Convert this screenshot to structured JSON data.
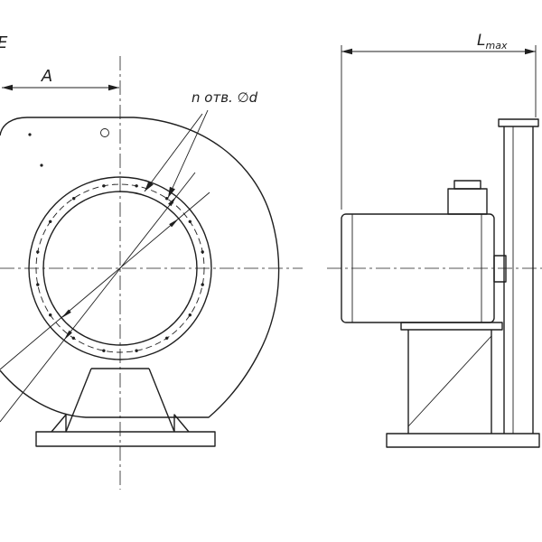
{
  "labels": {
    "corner_e": "E",
    "dim_a": "A",
    "holes_note": "n отв. ∅d",
    "lmax_main": "L",
    "lmax_sub": "max"
  },
  "colors": {
    "line": "#1f1f1f",
    "background": "#ffffff"
  }
}
